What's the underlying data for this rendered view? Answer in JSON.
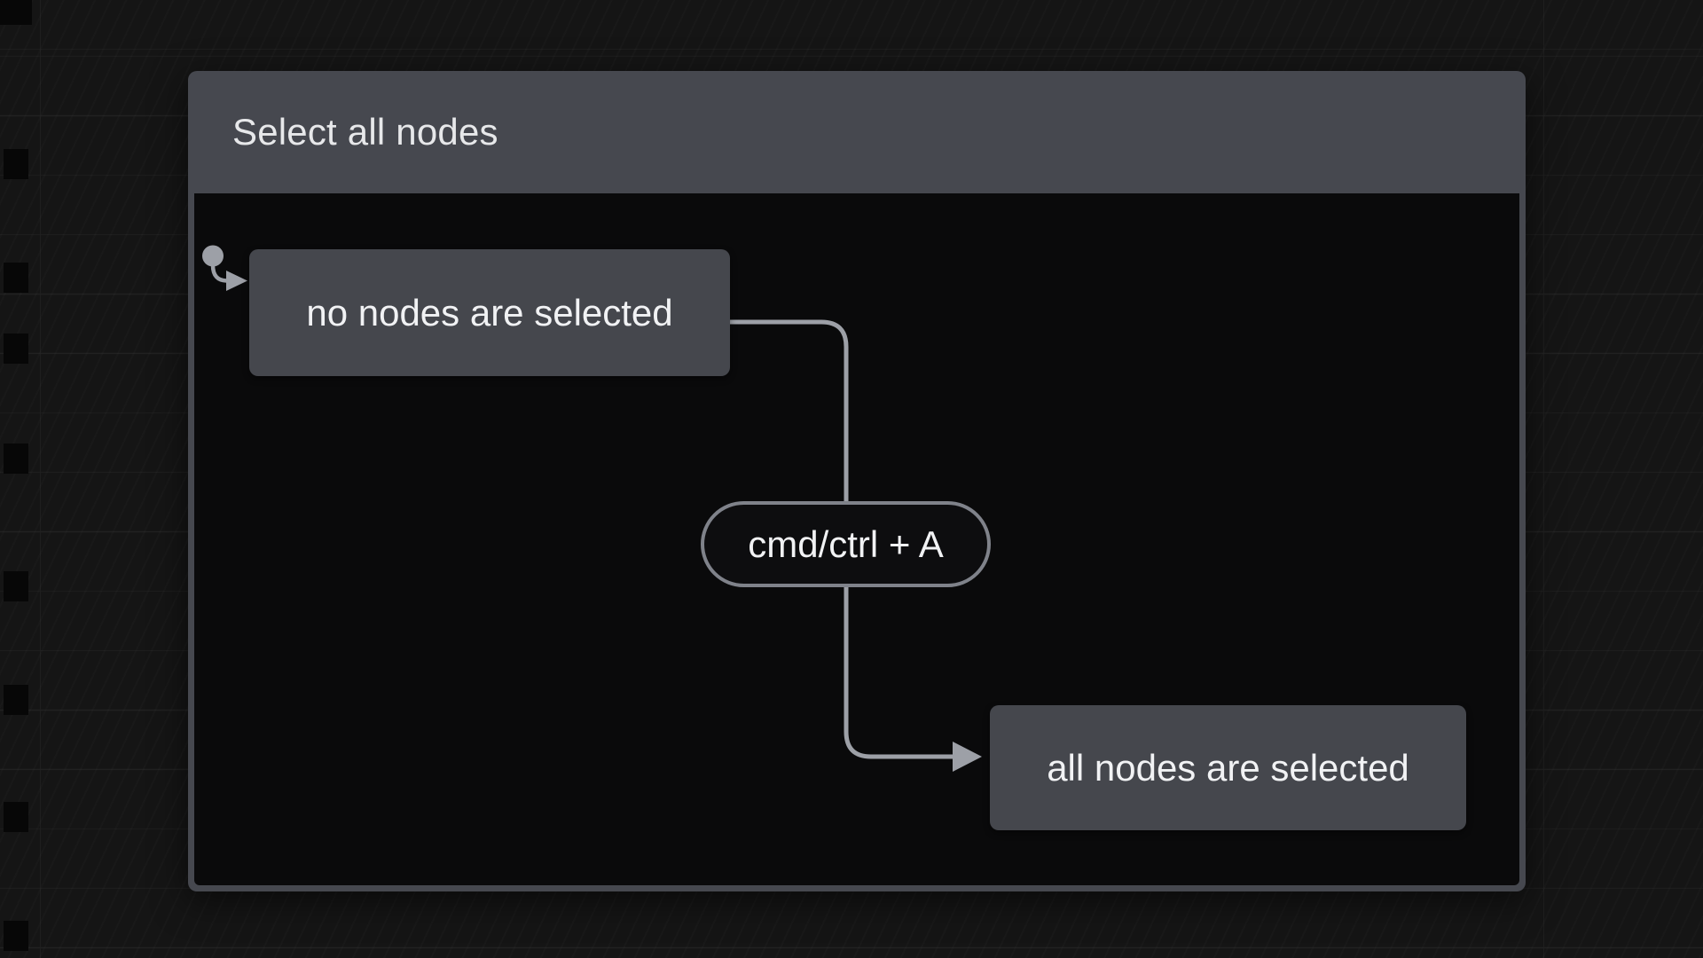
{
  "panel": {
    "title": "Select all nodes"
  },
  "flow": {
    "source_node": {
      "label": "no nodes are selected"
    },
    "target_node": {
      "label": "all nodes are selected"
    },
    "shortcut_label": "cmd/ctrl + A"
  },
  "icons": {
    "source_handle": "node-drag-connector-icon",
    "edge_arrow": "arrowhead-right-icon"
  },
  "colors": {
    "page_bg": "#151515",
    "panel_header": "#46484f",
    "canvas": "#0a0a0b",
    "node_bg": "#45474d",
    "connector": "#9da0a7",
    "pill_border": "#7f828a",
    "pill_bg": "#0d0d0f",
    "text": "#f1f2f4",
    "title_text": "#e7e8ea",
    "grid_line": "#212121"
  }
}
